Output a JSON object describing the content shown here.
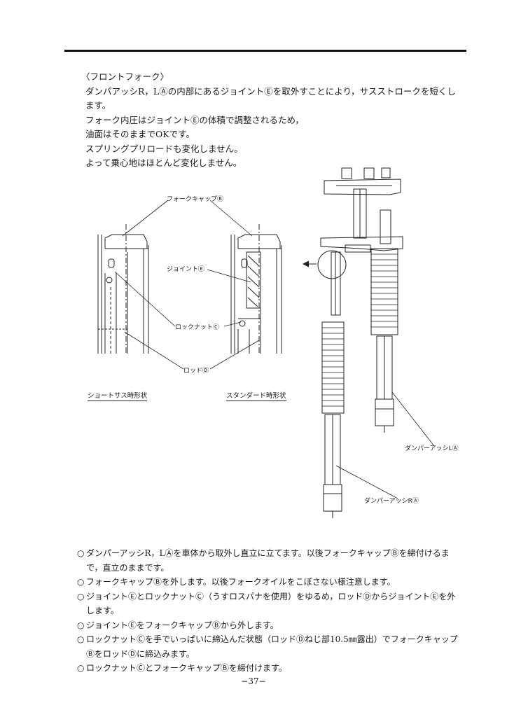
{
  "intro": {
    "heading": "〈フロントフォーク〉",
    "lines": [
      "ダンパアッシR，LⒶの内部にあるジョイントⒺを取外すことにより，サスストロークを短くします。",
      "フォーク内圧はジョイントⒺの体積で調整されるため，油面はそのままでOKです。",
      "スプリングプリロードも変化しません。",
      "よって乗心地はほとんど変化しません。"
    ]
  },
  "figure": {
    "labels": {
      "fork_cap": "フォークキャップⒷ",
      "joint": "ジョイントⒺ",
      "lock_nut": "ロックナットⒸ",
      "rod": "ロッドⒹ",
      "damper_l": "ダンパーアッシLⒶ",
      "damper_r": "ダンパーアッシRⒶ"
    },
    "captions": {
      "short": "ショートサス時形状",
      "standard": "スタンダード時形状"
    }
  },
  "steps": {
    "bullet": "○",
    "items": [
      "ダンパーアッシR，LⒶを車体から取外し直立に立てます。以後フォークキャップⒷを締付けるまで，直立のままです。",
      "フォークキャップⒷを外します。以後フォークオイルをこぼさない様注意します。",
      "ジョイントⒺとロックナットⒸ（うすロスパナを使用）をゆるめ，ロッドⒹからジョイントⒺを外します。",
      "ジョイントⒺをフォークキャップⒷから外します。",
      "ロックナットⒸを手でいっぱいに締込んだ状態（ロッドⒹねじ部10.5㎜露出）でフォークキャップⒷをロッドⒹに締込みます。",
      "ロックナットⒸとフォークキャップⒷを締付けます。"
    ]
  },
  "page_number": "−37−"
}
